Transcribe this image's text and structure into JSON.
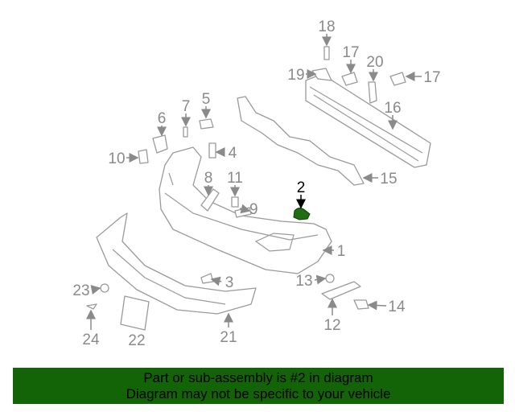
{
  "diagram": {
    "selected_part": "2",
    "highlight_color": "#1f6e12",
    "line_color": "#9a9a9a",
    "callouts": {
      "p1": "1",
      "p2": "2",
      "p3": "3",
      "p4": "4",
      "p5": "5",
      "p6": "6",
      "p7": "7",
      "p8": "8",
      "p9": "9",
      "p10": "10",
      "p11": "11",
      "p12": "12",
      "p13": "13",
      "p14": "14",
      "p15": "15",
      "p16": "16",
      "p17a": "17",
      "p17b": "17",
      "p18": "18",
      "p19": "19",
      "p20": "20",
      "p21": "21",
      "p22": "22",
      "p23": "23",
      "p24": "24"
    }
  },
  "banner": {
    "background": "#136406",
    "line1": "Part or sub-assembly is #2 in diagram",
    "line2": "Diagram may not be specific to your vehicle"
  }
}
